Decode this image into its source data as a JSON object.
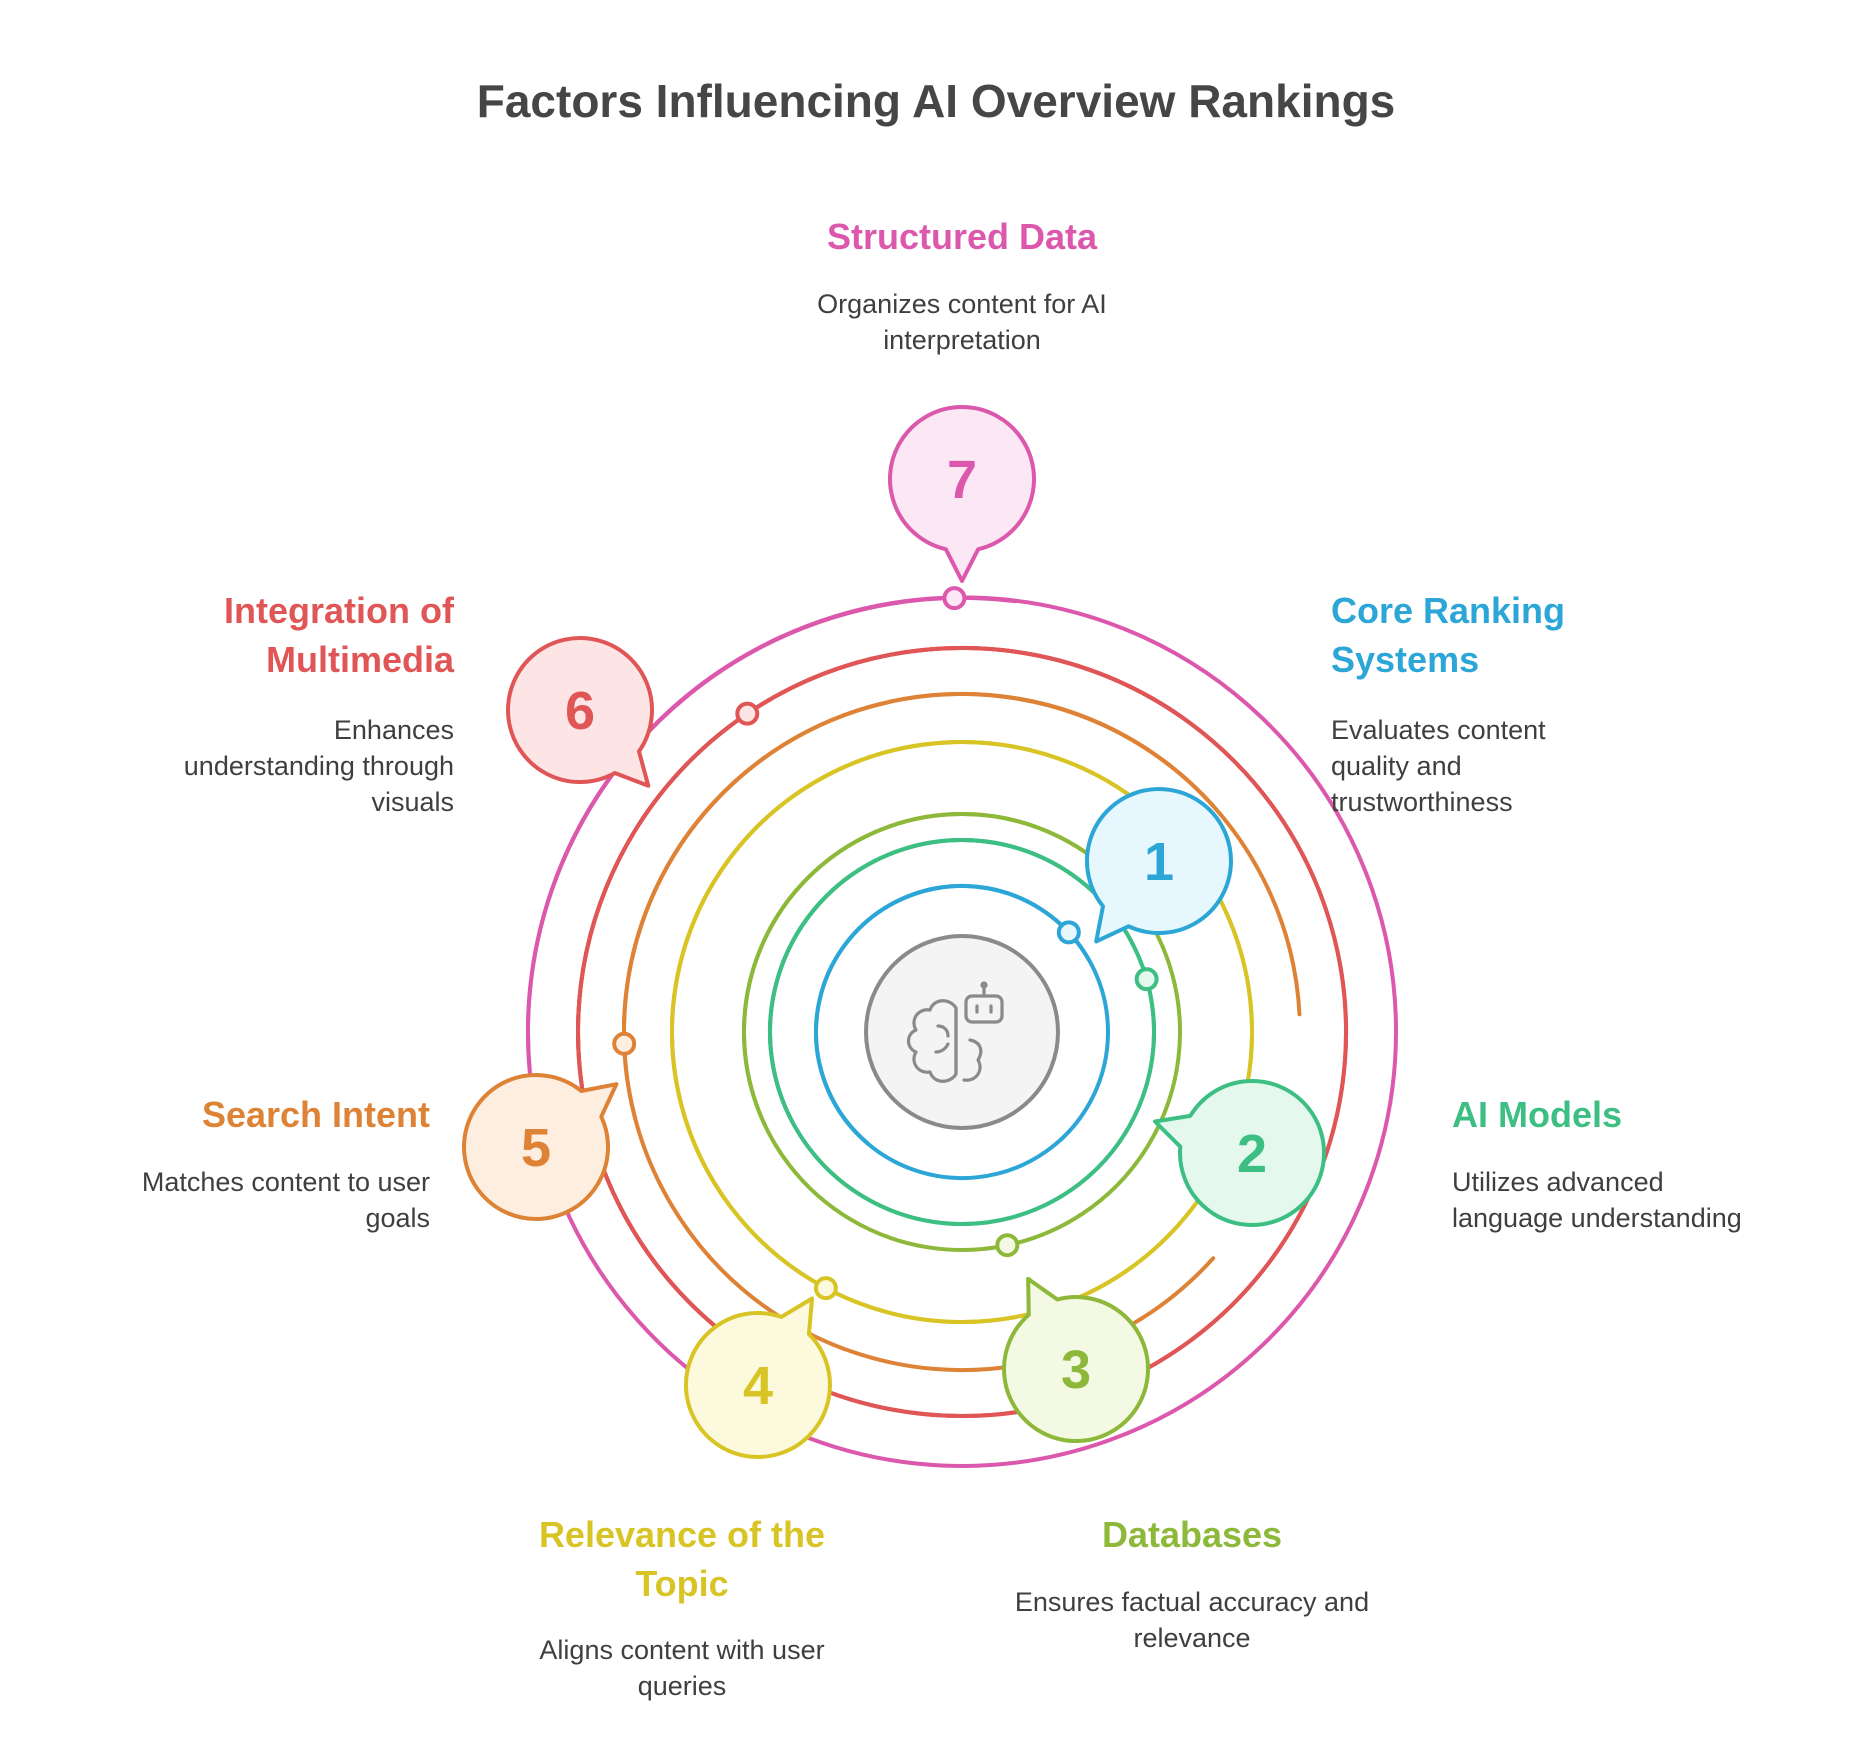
{
  "title": "Factors Influencing AI Overview Rankings",
  "center_icon": "brain-robot-icon",
  "factors": [
    {
      "number": "1",
      "title": "Core Ranking Systems",
      "title_lines": [
        "Core Ranking",
        "Systems"
      ],
      "description_lines": [
        "Evaluates content",
        "quality and",
        "trustworthiness"
      ],
      "color": "#2BA6D6",
      "fill": "#E6F7FD"
    },
    {
      "number": "2",
      "title": "AI Models",
      "title_lines": [
        "AI Models"
      ],
      "description_lines": [
        "Utilizes advanced",
        "language understanding"
      ],
      "color": "#3DBF84",
      "fill": "#E4F8EE"
    },
    {
      "number": "3",
      "title": "Databases",
      "title_lines": [
        "Databases"
      ],
      "description_lines": [
        "Ensures factual accuracy and",
        "relevance"
      ],
      "color": "#8DB83A",
      "fill": "#F3F9E3"
    },
    {
      "number": "4",
      "title": "Relevance of the Topic",
      "title_lines": [
        "Relevance of the",
        "Topic"
      ],
      "description_lines": [
        "Aligns content with user",
        "queries"
      ],
      "color": "#D8C424",
      "fill": "#FCF9DD"
    },
    {
      "number": "5",
      "title": "Search Intent",
      "title_lines": [
        "Search Intent"
      ],
      "description_lines": [
        "Matches content to user",
        "goals"
      ],
      "color": "#DE8236",
      "fill": "#FDEEDF"
    },
    {
      "number": "6",
      "title": "Integration of Multimedia",
      "title_lines": [
        "Integration of",
        "Multimedia"
      ],
      "description_lines": [
        "Enhances",
        "understanding through",
        "visuals"
      ],
      "color": "#E05555",
      "fill": "#FDE5E5"
    },
    {
      "number": "7",
      "title": "Structured Data",
      "title_lines": [
        "Structured Data"
      ],
      "description_lines": [
        "Organizes content for AI",
        "interpretation"
      ],
      "color": "#DB58AC",
      "fill": "#FCE7F4"
    }
  ]
}
